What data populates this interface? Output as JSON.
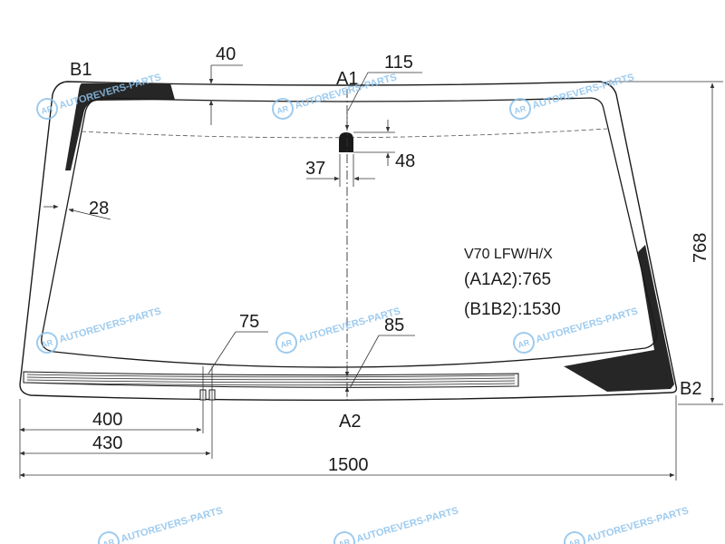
{
  "diagram": {
    "model_code": "V70 LFW/H/X",
    "spec_a1a2": "(A1A2):765",
    "spec_b1b2": "(B1B2):1530",
    "points": {
      "a1": "A1",
      "a2": "A2",
      "b1": "B1",
      "b2": "B2"
    },
    "dimensions": {
      "d40": "40",
      "d115": "115",
      "d37": "37",
      "d48": "48",
      "d28": "28",
      "d768": "768",
      "d75": "75",
      "d85": "85",
      "d400": "400",
      "d430": "430",
      "d1500": "1500"
    }
  },
  "watermark": {
    "text": "AUTOREVERS-PARTS",
    "logo": "AR"
  },
  "colors": {
    "outline": "#1a1a1a",
    "dark_band": "#262626",
    "watermark": "#8ec3ec"
  }
}
